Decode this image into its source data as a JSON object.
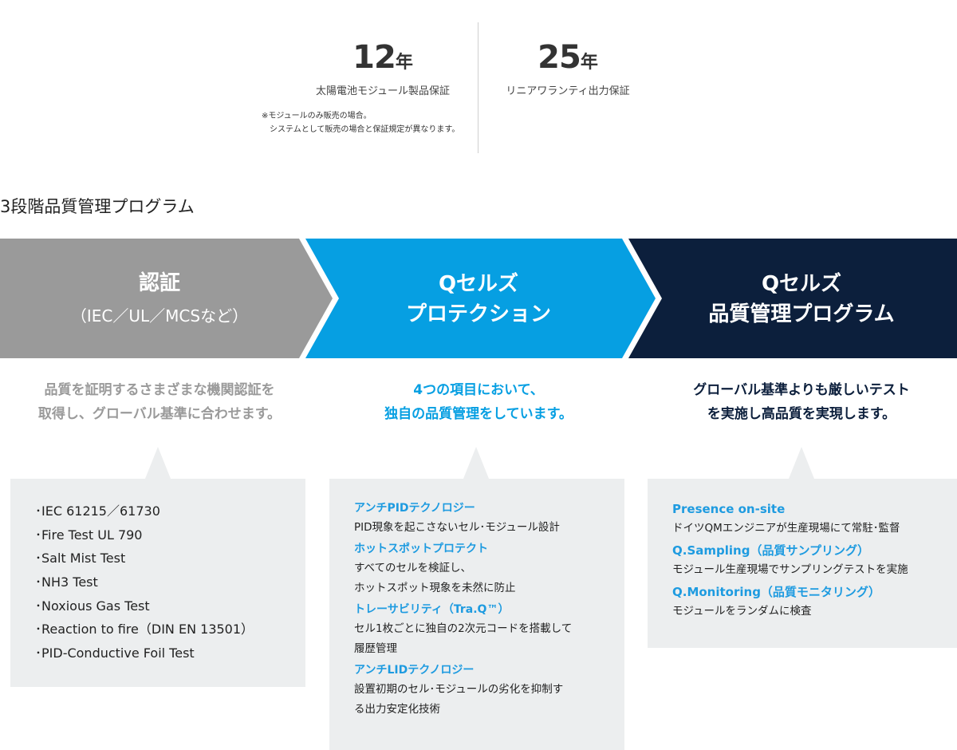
{
  "warranty": {
    "module": {
      "number": "12",
      "unit": "年",
      "caption": "太陽電池モジュール製品保証"
    },
    "linear": {
      "number": "25",
      "unit": "年",
      "caption": "リニアワランティ出力保証"
    },
    "note_line1": "※モジュールのみ販売の場合。",
    "note_line2": "システムとして販売の場合と保証規定が異なります。"
  },
  "section_title": "3段階品質管理プログラム",
  "colors": {
    "stage1": "#9a9a9a",
    "stage2": "#069fe2",
    "stage3": "#0c1f3c",
    "box": "#eceeef",
    "accent": "#1e9be0"
  },
  "stages": [
    {
      "title": "認証",
      "subtitle": "（IEC／UL／MCSなど）",
      "desc_line1": "品質を証明するさまざまな機関認証を",
      "desc_line2": "取得し、グローバル基準に合わせます。",
      "items": [
        "･IEC 61215／61730",
        "･Fire Test UL 790",
        "･Salt Mist Test",
        "･NH3 Test",
        "･Noxious Gas Test",
        "･Reaction to fire（DIN EN 13501）",
        "･PID-Conductive Foil Test"
      ]
    },
    {
      "title_line1": "Qセルズ",
      "title_line2": "プロテクション",
      "desc_line1": "4つの項目において、",
      "desc_line2": "独自の品質管理をしています。",
      "items": [
        {
          "label": "アンチPIDテクノロジー",
          "lines": [
            "PID現象を起こさないセル･モジュール設計"
          ]
        },
        {
          "label": "ホットスポットプロテクト",
          "lines": [
            "すべてのセルを検証し、",
            "ホットスポット現象を未然に防止"
          ]
        },
        {
          "label": "トレーサビリティ（Tra.Q™）",
          "lines": [
            "セル1枚ごとに独自の2次元コードを搭載して",
            "履歴管理"
          ]
        },
        {
          "label": "アンチLIDテクノロジー",
          "lines": [
            "設置初期のセル･モジュールの劣化を抑制す",
            "る出力安定化技術"
          ]
        }
      ]
    },
    {
      "title_line1": "Qセルズ",
      "title_line2": "品質管理プログラム",
      "desc_line1": "グローバル基準よりも厳しいテスト",
      "desc_line2": "を実施し高品質を実現します。",
      "items": [
        {
          "label": "Presence on-site",
          "lines": [
            "ドイツQMエンジニアが生産現場にて常駐･監督"
          ]
        },
        {
          "label": "Q.Sampling（品質サンプリング）",
          "lines": [
            "モジュール生産現場でサンプリングテストを実施"
          ]
        },
        {
          "label": "Q.Monitoring（品質モニタリング）",
          "lines": [
            "モジュールをランダムに検査"
          ]
        }
      ]
    }
  ]
}
